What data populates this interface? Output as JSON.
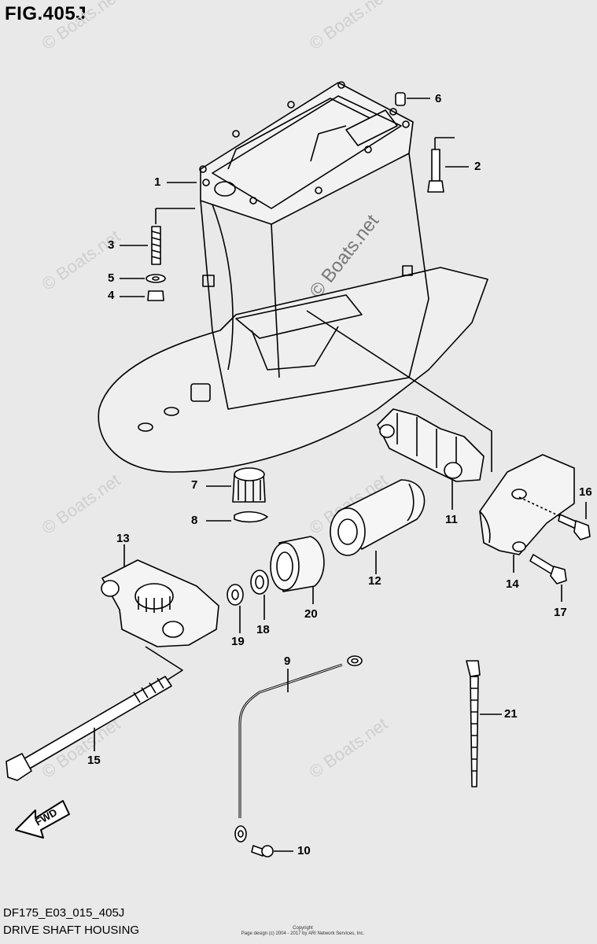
{
  "figure": {
    "title": "FIG.405J",
    "code": "DF175_E03_015_405J",
    "name": "DRIVE SHAFT HOUSING",
    "copyright_line1": "Copyright",
    "copyright_line2": "Page design (c) 2004 - 2017 by ARI Network Services, Inc."
  },
  "watermark": {
    "text": "© Boats.net"
  },
  "callouts": {
    "c1": "1",
    "c2": "2",
    "c3": "3",
    "c4": "4",
    "c5": "5",
    "c6": "6",
    "c7": "7",
    "c8": "8",
    "c9": "9",
    "c10": "10",
    "c11": "11",
    "c12": "12",
    "c13": "13",
    "c14": "14",
    "c15": "15",
    "c16": "16",
    "c17": "17",
    "c18": "18",
    "c19": "19",
    "c20": "20",
    "c21": "21"
  },
  "fwd_label": "FWD"
}
